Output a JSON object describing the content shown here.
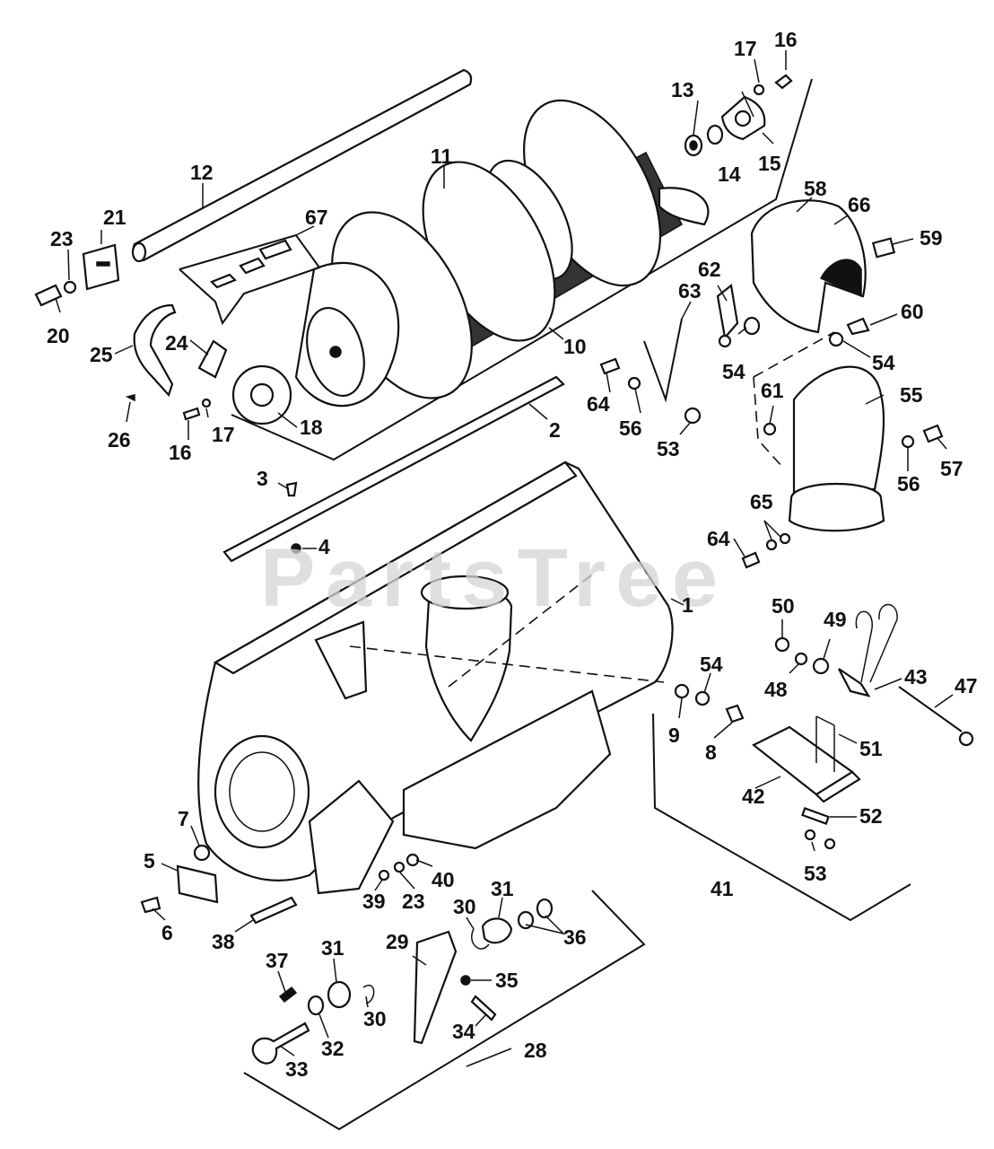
{
  "watermark": "PartsTree",
  "colors": {
    "ink": "#111111",
    "paper": "#ffffff",
    "watermark": "#d4d4d4"
  },
  "labels": [
    {
      "id": "l1",
      "text": "1"
    },
    {
      "id": "l2",
      "text": "2"
    },
    {
      "id": "l3",
      "text": "3"
    },
    {
      "id": "l4",
      "text": "4"
    },
    {
      "id": "l5",
      "text": "5"
    },
    {
      "id": "l6",
      "text": "6"
    },
    {
      "id": "l7",
      "text": "7"
    },
    {
      "id": "l8",
      "text": "8"
    },
    {
      "id": "l9",
      "text": "9"
    },
    {
      "id": "l10",
      "text": "10"
    },
    {
      "id": "l11",
      "text": "11"
    },
    {
      "id": "l12",
      "text": "12"
    },
    {
      "id": "l13",
      "text": "13"
    },
    {
      "id": "l14",
      "text": "14"
    },
    {
      "id": "l15",
      "text": "15"
    },
    {
      "id": "l16a",
      "text": "16"
    },
    {
      "id": "l16b",
      "text": "16"
    },
    {
      "id": "l17a",
      "text": "17"
    },
    {
      "id": "l17b",
      "text": "17"
    },
    {
      "id": "l18",
      "text": "18"
    },
    {
      "id": "l20",
      "text": "20"
    },
    {
      "id": "l21",
      "text": "21"
    },
    {
      "id": "l23a",
      "text": "23"
    },
    {
      "id": "l23b",
      "text": "23"
    },
    {
      "id": "l24",
      "text": "24"
    },
    {
      "id": "l25",
      "text": "25"
    },
    {
      "id": "l26",
      "text": "26"
    },
    {
      "id": "l28",
      "text": "28"
    },
    {
      "id": "l29",
      "text": "29"
    },
    {
      "id": "l30a",
      "text": "30"
    },
    {
      "id": "l30b",
      "text": "30"
    },
    {
      "id": "l31a",
      "text": "31"
    },
    {
      "id": "l31b",
      "text": "31"
    },
    {
      "id": "l32",
      "text": "32"
    },
    {
      "id": "l33",
      "text": "33"
    },
    {
      "id": "l34",
      "text": "34"
    },
    {
      "id": "l35",
      "text": "35"
    },
    {
      "id": "l36",
      "text": "36"
    },
    {
      "id": "l37",
      "text": "37"
    },
    {
      "id": "l38",
      "text": "38"
    },
    {
      "id": "l39",
      "text": "39"
    },
    {
      "id": "l40",
      "text": "40"
    },
    {
      "id": "l41",
      "text": "41"
    },
    {
      "id": "l42",
      "text": "42"
    },
    {
      "id": "l43",
      "text": "43"
    },
    {
      "id": "l47",
      "text": "47"
    },
    {
      "id": "l48",
      "text": "48"
    },
    {
      "id": "l49",
      "text": "49"
    },
    {
      "id": "l50",
      "text": "50"
    },
    {
      "id": "l51",
      "text": "51"
    },
    {
      "id": "l52",
      "text": "52"
    },
    {
      "id": "l53a",
      "text": "53"
    },
    {
      "id": "l53b",
      "text": "53"
    },
    {
      "id": "l54a",
      "text": "54"
    },
    {
      "id": "l54b",
      "text": "54"
    },
    {
      "id": "l54c",
      "text": "54"
    },
    {
      "id": "l55",
      "text": "55"
    },
    {
      "id": "l56a",
      "text": "56"
    },
    {
      "id": "l56b",
      "text": "56"
    },
    {
      "id": "l57",
      "text": "57"
    },
    {
      "id": "l58",
      "text": "58"
    },
    {
      "id": "l59",
      "text": "59"
    },
    {
      "id": "l60",
      "text": "60"
    },
    {
      "id": "l61",
      "text": "61"
    },
    {
      "id": "l62",
      "text": "62"
    },
    {
      "id": "l63",
      "text": "63"
    },
    {
      "id": "l64a",
      "text": "64"
    },
    {
      "id": "l64b",
      "text": "64"
    },
    {
      "id": "l65",
      "text": "65"
    },
    {
      "id": "l66",
      "text": "66"
    },
    {
      "id": "l67",
      "text": "67"
    }
  ]
}
